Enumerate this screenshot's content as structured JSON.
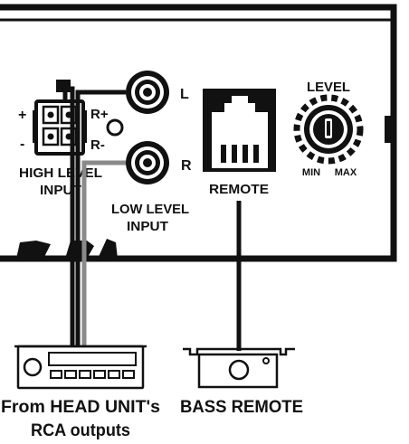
{
  "panel": {
    "high_level_input": {
      "pin_plus": "+",
      "pin_minus": "-",
      "r_plus": "R+",
      "r_minus": "R-",
      "title_line1": "HIGH LEVEL",
      "title_line2": "INPUT"
    },
    "low_level_input": {
      "left_label": "L",
      "right_label": "R",
      "title_line1": "LOW LEVEL",
      "title_line2": "INPUT"
    },
    "remote_port": {
      "label": "REMOTE"
    },
    "level_knob": {
      "title": "LEVEL",
      "min_label": "MIN",
      "max_label": "MAX"
    }
  },
  "devices": {
    "head_unit": {
      "caption_line1": "From HEAD UNIT's",
      "caption_line2": "RCA outputs"
    },
    "bass_remote": {
      "caption": "BASS REMOTE"
    }
  },
  "colors": {
    "ink": "#111111",
    "grey_cable": "#8a8a8a",
    "background": "#ffffff"
  }
}
